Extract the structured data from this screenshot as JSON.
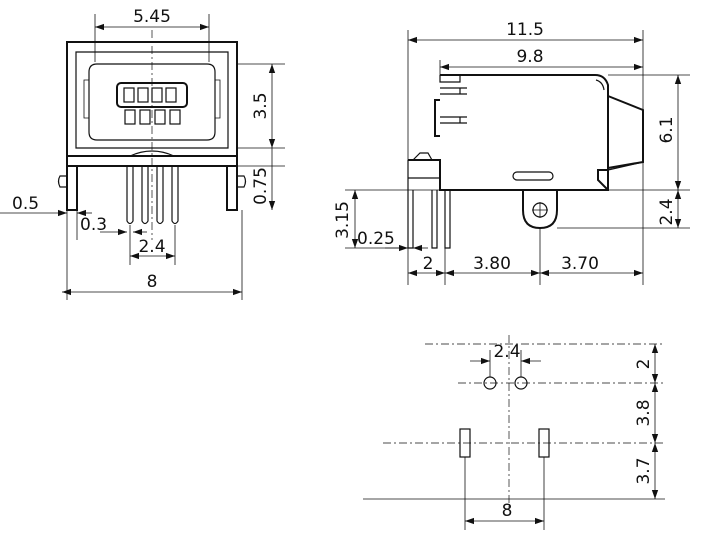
{
  "front_view": {
    "dims": {
      "width_top": "5.45",
      "height_opening": "3.5",
      "offset": "0.75",
      "left_tab": "0.5",
      "pin_width": "0.3",
      "pin_pitch": "2.4",
      "overall_width": "8"
    }
  },
  "side_view": {
    "dims": {
      "overall_length": "11.5",
      "body_length": "9.8",
      "height": "6.1",
      "tab_height": "2.4",
      "pin_depth": "3.15",
      "pin_width": "0.25",
      "pin_offset": "2",
      "pin_to_tab": "3.80",
      "tab_to_end": "3.70"
    }
  },
  "footprint": {
    "dims": {
      "hole_pitch": "2.4",
      "row1": "2",
      "row2": "3.8",
      "row3": "3.7",
      "slot_pitch": "8"
    }
  }
}
